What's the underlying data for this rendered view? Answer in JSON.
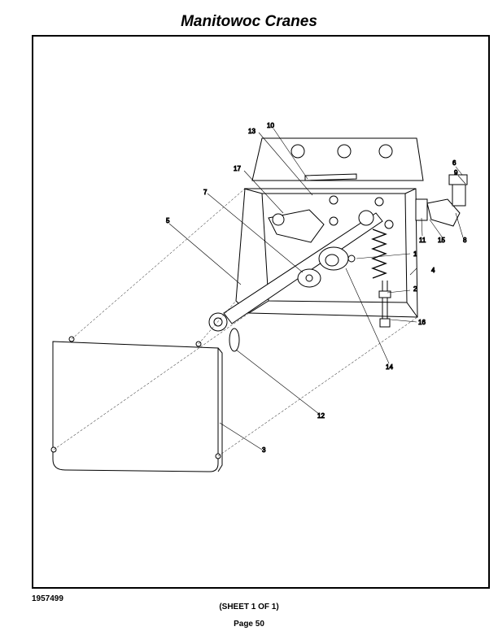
{
  "header": {
    "title": "Manitowoc Cranes"
  },
  "figure": {
    "number": "1957499",
    "callouts": {
      "c1": "1",
      "c2": "2",
      "c3": "3",
      "c4": "4",
      "c5": "5",
      "c6": "6",
      "c7": "7",
      "c8": "8",
      "c9": "9",
      "c10": "10",
      "c11": "11",
      "c12": "12",
      "c13": "13",
      "c14": "14",
      "c15": "15",
      "c16": "16",
      "c17": "17"
    }
  },
  "footer": {
    "sheet": "(SHEET 1 OF 1)",
    "page": "Page 50"
  }
}
